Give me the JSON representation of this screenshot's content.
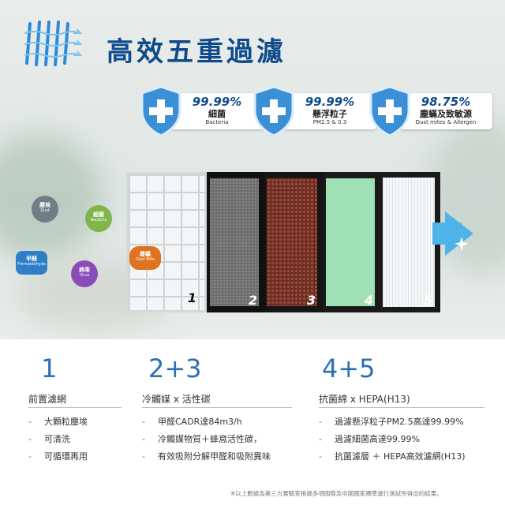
{
  "title": "高效五重過濾",
  "colors": {
    "brand": "#0f4a8a",
    "accent": "#2d6fb3",
    "arrow": "#4fb3e8",
    "shield": "#3b8fd6"
  },
  "badges": [
    {
      "percent": "99.99%",
      "label_zh": "細菌",
      "label_en": "Bacteria"
    },
    {
      "percent": "99.99%",
      "label_zh": "懸浮粒子",
      "label_en": "PM2.5 & 0.3"
    },
    {
      "percent": "98.75%",
      "label_zh": "塵蟎及致敏源",
      "label_en": "Dust mites & Allergen"
    }
  ],
  "filters": [
    {
      "number": "1"
    },
    {
      "number": "2"
    },
    {
      "number": "3"
    },
    {
      "number": "4"
    },
    {
      "number": "5"
    }
  ],
  "particles": [
    {
      "zh": "塵埃",
      "en": "Dust"
    },
    {
      "zh": "細菌",
      "en": "Bacteria"
    },
    {
      "zh": "甲醛",
      "en": "Formaldehyde"
    },
    {
      "zh": "病毒",
      "en": "Virus"
    },
    {
      "zh": "塵蟎",
      "en": "Dust Mite"
    }
  ],
  "columns": [
    {
      "big": "1",
      "heading": "前置濾網",
      "items": [
        "大顆粒塵埃",
        "可清洗",
        "可循環再用"
      ]
    },
    {
      "big": "2+3",
      "heading": "冷觸媒 x 活性碳",
      "items": [
        "甲醛CADR達84m3/h",
        "冷觸媒物質＋蜂窩活性碳，",
        "有效吸附分解甲醛和吸附異味"
      ]
    },
    {
      "big": "4+5",
      "heading": "抗菌綿 x HEPA(H13)",
      "items": [
        "過濾懸浮粒子PM2.5高達99.99%",
        "過濾細菌高達99.99%",
        "抗菌濾層 ＋ HEPA高效濾網(H13)"
      ]
    }
  ],
  "list_bullet": "-",
  "footnote": "※以上數據為第三方實驗室根據多項國際及中國國家標準進行測試所得出的結果。"
}
